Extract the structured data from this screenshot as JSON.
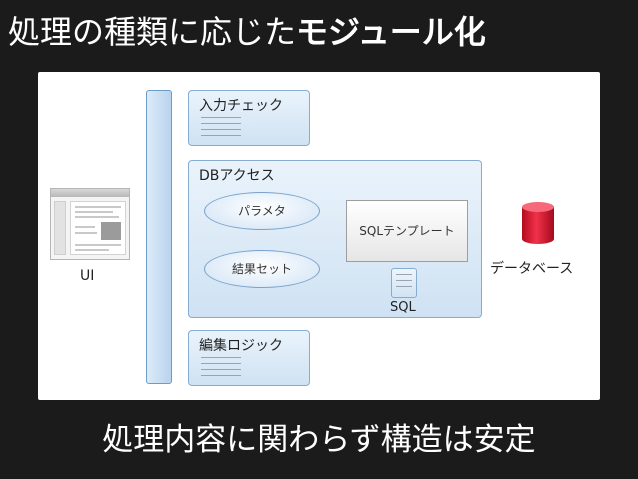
{
  "title": {
    "prefix": "処理の種類に応じた",
    "emphasis": "モジュール化"
  },
  "diagram": {
    "ui_label": "UI",
    "input_check_label": "入力チェック",
    "db_access_label": "DBアクセス",
    "parameter_label": "パラメタ",
    "result_set_label": "結果セット",
    "sql_template_label": "SQLテンプレート",
    "sql_label": "SQL",
    "database_label": "データベース",
    "edit_logic_label": "編集ロジック"
  },
  "footer": {
    "text": "処理内容に関わらず構造は安定"
  },
  "colors": {
    "background": "#1b1b1b",
    "box_border": "#86acd2",
    "database": "#e0112b"
  }
}
